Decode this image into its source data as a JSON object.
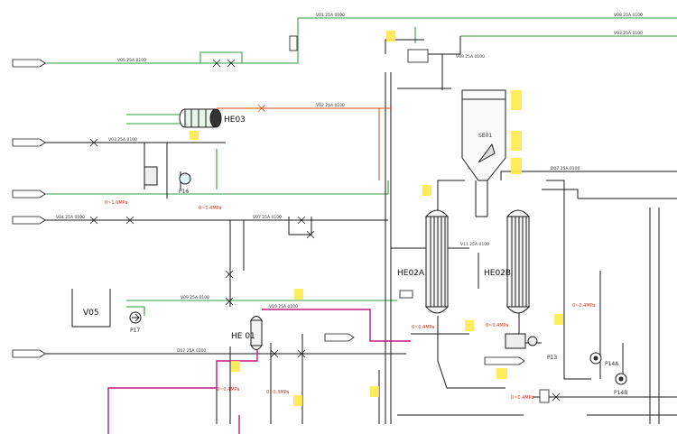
{
  "colors": {
    "green_line": "#2f9e44",
    "magenta_line": "#c2187f",
    "red_line": "#d9480f",
    "black_line": "#1a1a1a",
    "tag_yellow": "#ffe94d",
    "red_text": "#c0392b"
  },
  "equipment": {
    "he03": "HE03",
    "se01": "SE01",
    "he02a": "HE02A",
    "he02b": "HE02B",
    "he01": "HE 01",
    "v05": "V05",
    "p17": "P17",
    "p16": "P16",
    "p13": "P13",
    "p14a": "P14A",
    "p14b": "P14B"
  },
  "pressures": {
    "p1": "0~1.0MPa",
    "p2": "0~0.4MPa",
    "p3": "0~0.4MPa",
    "p4": "0~0.3MPa",
    "p5": "0~0.4MPa",
    "p6": "0~0.4MPa",
    "p7": "0~0.4MPa",
    "p8": "0~0.4MPa"
  },
  "line_tags": {
    "t1": "V01 25A 0100",
    "t2": "V05 25A 0100",
    "t3": "V02 25A 0100",
    "t4": "V03 25A 0100",
    "t5": "V08 25A 0100",
    "t6": "V03 25A 0100",
    "t7": "V04 25A 0100",
    "t8": "V07 25A 0100",
    "t9": "V09 25A 0100",
    "t10": "D07 25A 0100",
    "t11": "V09 25A 0100",
    "t12": "V11 25A 0100",
    "t13": "D07 25A 0100",
    "t14": "V10 25A 0100"
  }
}
